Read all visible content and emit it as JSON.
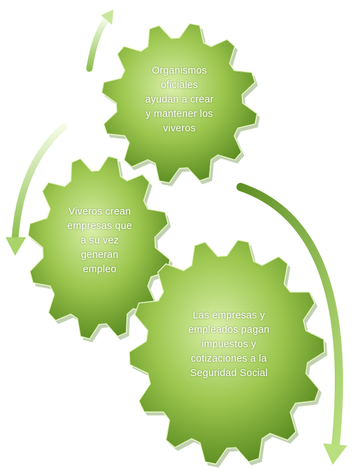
{
  "diagram": {
    "gear_top": {
      "lines": [
        "Organismos",
        "oficiales",
        "ayudan a crear",
        "y mantener los",
        "viveros"
      ]
    },
    "gear_middle": {
      "lines": [
        "Viveros crean",
        "empresas que",
        "a su vez",
        "generan",
        "empleo"
      ]
    },
    "gear_bottom": {
      "lines": [
        "Las empresas y",
        "empleados pagan",
        "impuestos y",
        "cotizaciones a la",
        "Seguridad Social"
      ]
    },
    "colors": {
      "gear_light": "#d9efa8",
      "gear_mid": "#9cc64e",
      "gear_dark": "#5f8f24",
      "arrow": "#a8d46a"
    }
  }
}
